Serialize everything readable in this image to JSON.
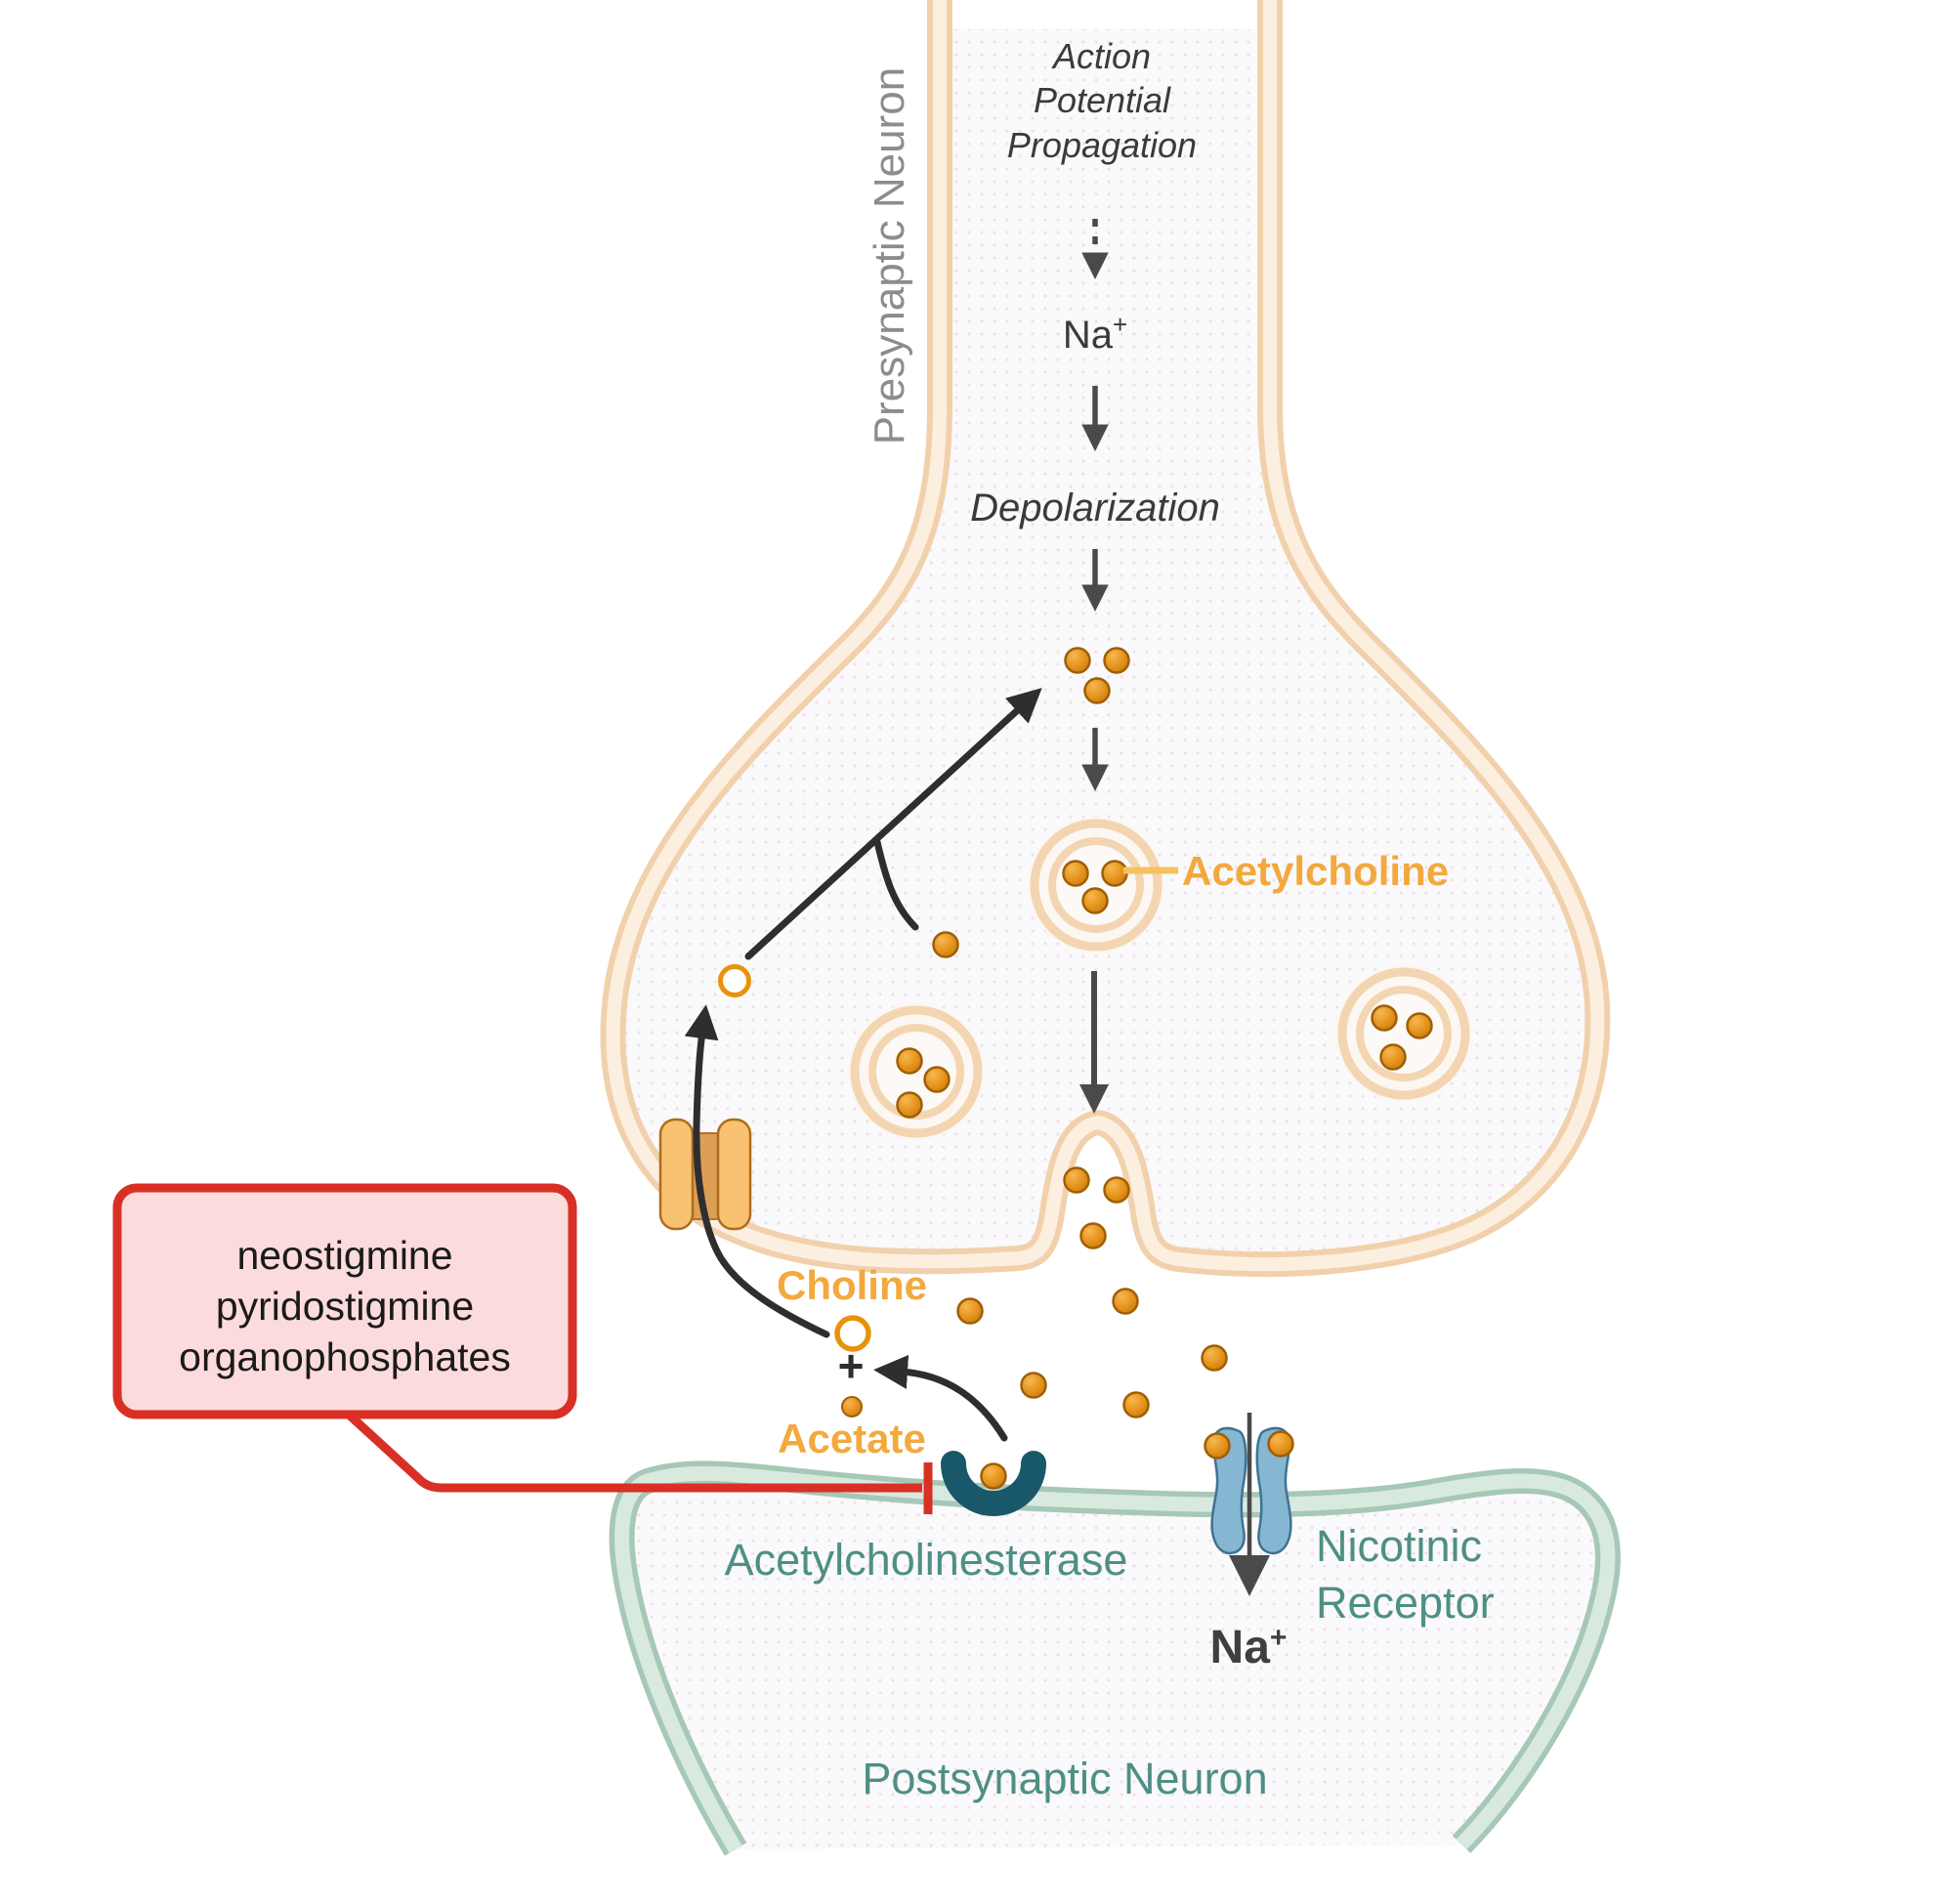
{
  "presynaptic": {
    "label": "Presynaptic Neuron"
  },
  "flow": {
    "action_potential_lines": [
      "Action",
      "Potential",
      "Propagation"
    ],
    "na": "Na",
    "na_sup": "+",
    "depolarization": "Depolarization"
  },
  "labels": {
    "acetylcholine": "Acetylcholine"
  },
  "recycling": {
    "choline": "Choline",
    "plus": "+",
    "acetate": "Acetate"
  },
  "inhibitor_box": {
    "lines": [
      "neostigmine",
      "pyridostigmine",
      "organophosphates"
    ]
  },
  "postsynaptic": {
    "label": "Postsynaptic Neuron",
    "enzyme": "Acetylcholinesterase",
    "receptor_lines": [
      "Nicotinic",
      "Receptor"
    ],
    "na": "Na",
    "na_sup": "+"
  },
  "colors": {
    "membrane_peach_outer": "#F1D1AC",
    "membrane_peach_inner": "#FCEFDF",
    "membrane_teal_outer": "#A6C8B6",
    "membrane_teal_inner": "#D8E9E0",
    "cell_fill": "#FAF9FB",
    "cell_dot": "#EEE0E5",
    "ach_orange": "#E6951F",
    "ach_outline": "#A05E04",
    "label_orange": "#F2A93D",
    "teal_text": "#4E8F85",
    "enzyme_teal": "#19586A",
    "receptor_blue": "#85B7D3",
    "receptor_blue_outline": "#3E7390",
    "transporter_fill": "#F9C172",
    "transporter_mid": "#DD9E56",
    "transporter_outline": "#AD6E1B",
    "inhibitor_red": "#D93025",
    "inhibitor_box_fill": "#FBDBDB",
    "arrow_black": "#2E2E2E",
    "arrow_gray": "#4A4A4A",
    "gray_label": "#8C8C8C",
    "dark_text": "#3A3A3A"
  }
}
